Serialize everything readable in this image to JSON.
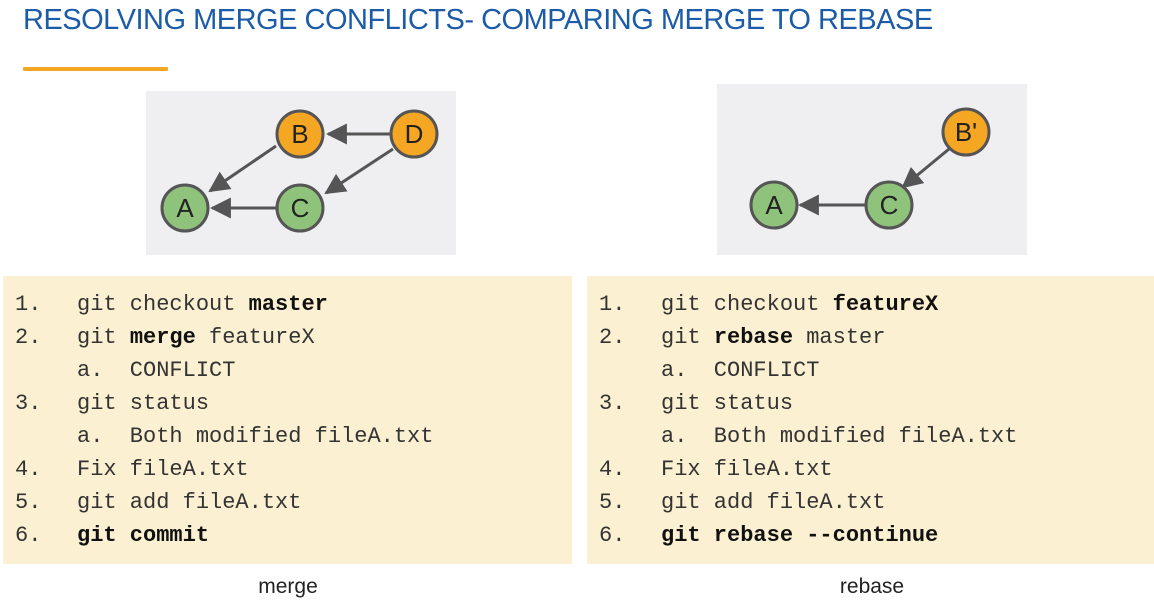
{
  "title": "RESOLVING MERGE CONFLICTS- COMPARING MERGE TO REBASE",
  "colors": {
    "title": "#1c5ba8",
    "accent_rule": "#f5a623",
    "node_green": "#8fc27a",
    "node_orange": "#f5a623",
    "panel_bg": "#fbf0d1",
    "diagram_bg": "#efeff1"
  },
  "merge": {
    "diagram": {
      "nodes": {
        "A": "A",
        "B": "B",
        "C": "C",
        "D": "D"
      }
    },
    "steps": [
      {
        "num": "1.",
        "pre": "git checkout ",
        "bold": "master",
        "post": ""
      },
      {
        "num": "2.",
        "pre": "git ",
        "bold": "merge",
        "post": " featureX"
      },
      {
        "num": "",
        "pre": "a.  CONFLICT",
        "bold": "",
        "post": ""
      },
      {
        "num": "3.",
        "pre": "git status",
        "bold": "",
        "post": ""
      },
      {
        "num": "",
        "pre": "a.  Both modified fileA.txt",
        "bold": "",
        "post": ""
      },
      {
        "num": "4.",
        "pre": "Fix fileA.txt",
        "bold": "",
        "post": ""
      },
      {
        "num": "5.",
        "pre": "git add fileA.txt",
        "bold": "",
        "post": ""
      },
      {
        "num": "6.",
        "pre": "",
        "bold": "git commit",
        "post": ""
      }
    ],
    "caption": "merge"
  },
  "rebase": {
    "diagram": {
      "nodes": {
        "A": "A",
        "C": "C",
        "B": "B'"
      }
    },
    "steps": [
      {
        "num": "1.",
        "pre": "git checkout ",
        "bold": "featureX",
        "post": ""
      },
      {
        "num": "2.",
        "pre": "git ",
        "bold": "rebase",
        "post": " master"
      },
      {
        "num": "",
        "pre": "a.  CONFLICT",
        "bold": "",
        "post": ""
      },
      {
        "num": "3.",
        "pre": "git status",
        "bold": "",
        "post": ""
      },
      {
        "num": "",
        "pre": "a.  Both modified fileA.txt",
        "bold": "",
        "post": ""
      },
      {
        "num": "4.",
        "pre": "Fix fileA.txt",
        "bold": "",
        "post": ""
      },
      {
        "num": "5.",
        "pre": "git add fileA.txt",
        "bold": "",
        "post": ""
      },
      {
        "num": "6.",
        "pre": "",
        "bold": "git rebase --continue",
        "post": ""
      }
    ],
    "caption": "rebase"
  }
}
